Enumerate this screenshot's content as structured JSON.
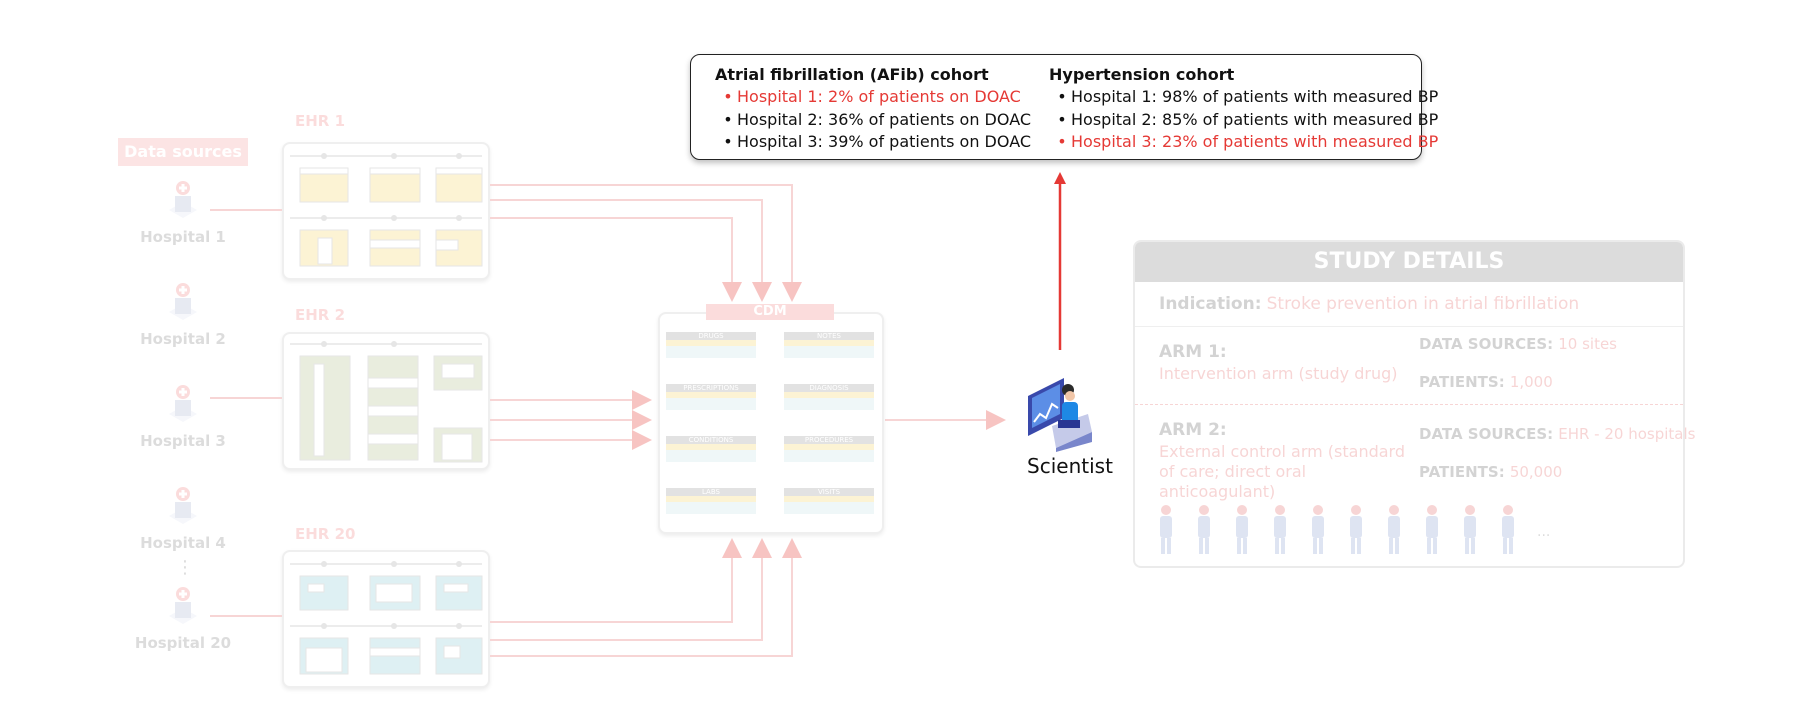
{
  "callout": {
    "afib": {
      "title": "Atrial fibrillation (AFib) cohort",
      "items": [
        {
          "text": "Hospital 1: 2% of patients on DOAC",
          "highlight": true
        },
        {
          "text": "Hospital 2: 36% of patients on DOAC",
          "highlight": false
        },
        {
          "text": "Hospital 3: 39% of patients on DOAC",
          "highlight": false
        }
      ]
    },
    "hypertension": {
      "title": "Hypertension cohort",
      "items": [
        {
          "text": "Hospital 1: 98% of patients with measured BP",
          "highlight": false
        },
        {
          "text": "Hospital 2: 85% of patients with measured BP",
          "highlight": false
        },
        {
          "text": "Hospital 3: 23% of patients with measured BP",
          "highlight": true
        }
      ]
    },
    "bullet": "•"
  },
  "scientist": {
    "label": "Scientist"
  },
  "data_sources": {
    "label": "Data sources"
  },
  "hospitals": [
    "Hospital 1",
    "Hospital 2",
    "Hospital 3",
    "Hospital 4",
    "Hospital 20"
  ],
  "ellipsis_vertical": "⋮",
  "ehr": [
    "EHR 1",
    "EHR 2",
    "EHR 20"
  ],
  "cdm": {
    "label": "CDM",
    "tables": [
      "DRUGS",
      "NOTES",
      "PRESCRIPTIONS",
      "DIAGNOSIS",
      "CONDITIONS",
      "PROCEDURES",
      "LABS",
      "VISITS"
    ]
  },
  "study": {
    "title": "STUDY DETAILS",
    "indication_label": "Indication:",
    "indication_value": "Stroke prevention in atrial fibrillation",
    "arm1": {
      "label": "ARM 1:",
      "desc": "Intervention arm (study drug)",
      "sources_label": "DATA SOURCES:",
      "sources_value": "10 sites",
      "patients_label": "PATIENTS:",
      "patients_value": "1,000"
    },
    "arm2": {
      "label": "ARM 2:",
      "desc": "External control arm (standard of care; direct oral anticoagulant)",
      "sources_label": "DATA SOURCES:",
      "sources_value": "EHR - 20 hospitals",
      "patients_label": "PATIENTS:",
      "patients_value": "50,000"
    },
    "ellipsis": "..."
  },
  "colors": {
    "highlight": "#e53935",
    "arrow": "#e53935",
    "faded_red": "#f08a8a",
    "ehr1_fill": "#f5d76e",
    "ehr2_fill": "#b5c48f",
    "ehr20_fill": "#8fcbd6"
  }
}
